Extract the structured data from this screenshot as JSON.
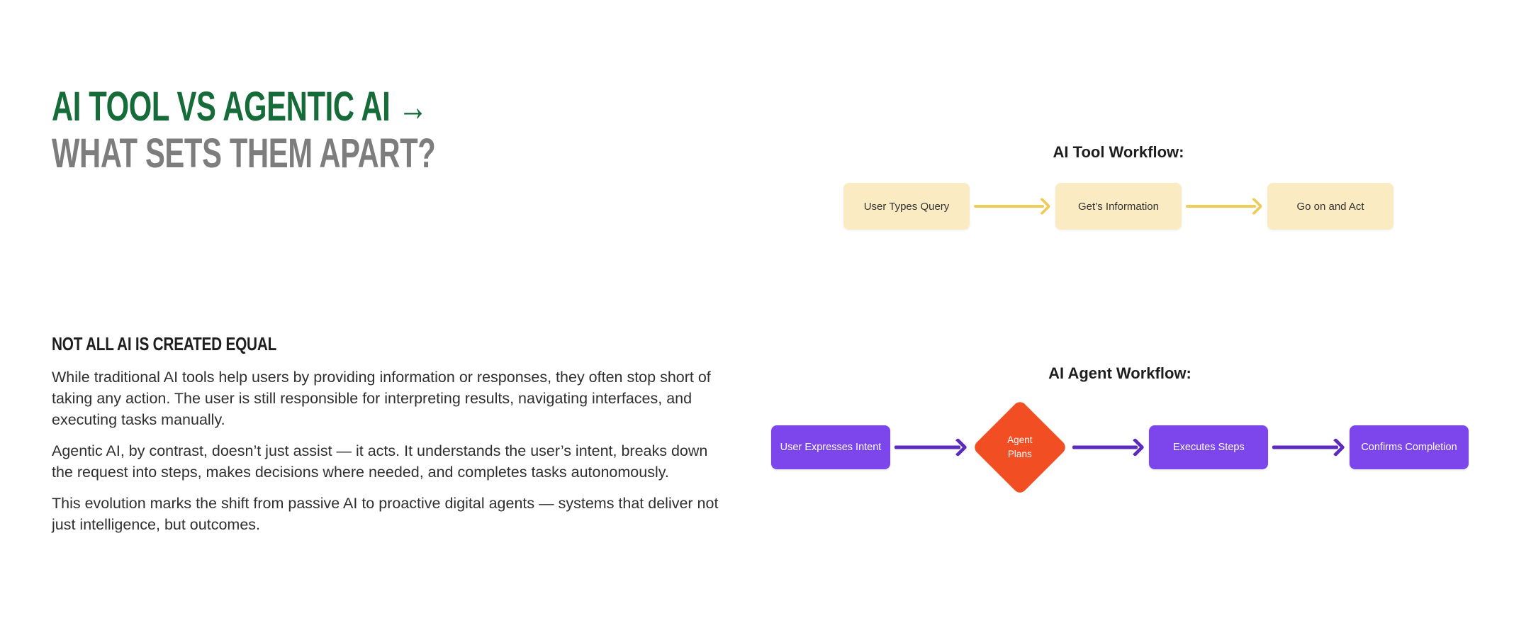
{
  "hero": {
    "title": "AI TOOL VS AGENTIC AI →",
    "subtitle": "WHAT SETS THEM APART?"
  },
  "intro": {
    "heading": "NOT ALL AI IS CREATED EQUAL",
    "paragraphs": [
      "While traditional AI tools help users by providing information or responses, they often stop short of taking any action. The user is still responsible for interpreting results, navigating interfaces, and executing tasks manually.",
      "Agentic AI, by contrast, doesn’t just assist — it acts. It understands the user’s intent, breaks down the request into steps, makes decisions where needed, and completes tasks autonomously.",
      "This evolution marks the shift from passive AI to proactive digital agents — systems that deliver not just intelligence, but outcomes."
    ]
  },
  "tool_workflow": {
    "heading": "AI Tool Workflow:",
    "steps": [
      "User Types Query",
      "Get’s Information",
      "Go on and Act"
    ]
  },
  "agent_workflow": {
    "heading": "AI Agent Workflow:",
    "steps": [
      "User Expresses Intent",
      "Agent Plans",
      "Executes Steps",
      "Confirms Completion"
    ]
  },
  "colors": {
    "title_green": "#166c39",
    "subtitle_gray": "#7d7d7d",
    "heading_dark": "#1e1e1e",
    "body_text": "#2f2f2f",
    "tool_box_bg": "#fbebc2",
    "tool_arrow": "#efcb58",
    "agent_box_bg": "#7c46ec",
    "agent_arrow": "#5b2abe",
    "diamond_bg": "#f14e23"
  }
}
